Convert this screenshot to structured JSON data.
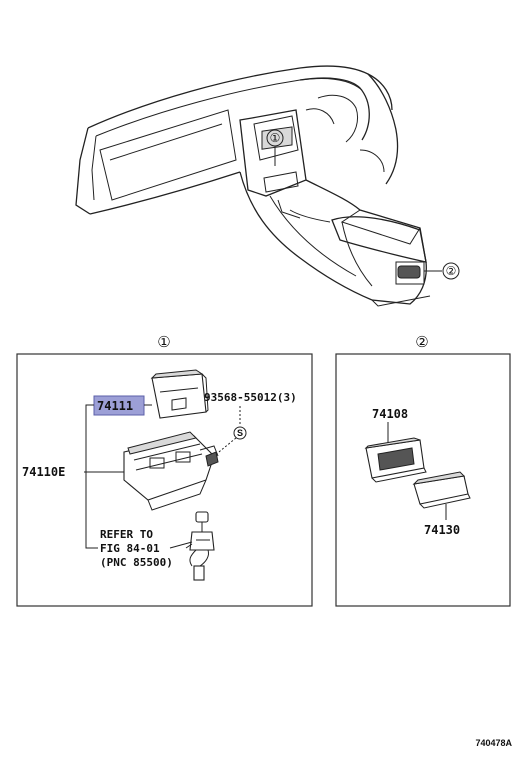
{
  "callouts": {
    "one": "①",
    "two": "②"
  },
  "panel1": {
    "title": "①",
    "part_highlight": "74111",
    "part_bezel": "74110E",
    "screw": "93568-55012(3)",
    "screw_marker": "S",
    "refer_line1": "REFER TO",
    "refer_line2": "FIG 84-01",
    "refer_line3": "(PNC 85500)"
  },
  "panel2": {
    "title": "②",
    "part_a": "74108",
    "part_b": "74130"
  },
  "diagram_code": "740478A"
}
